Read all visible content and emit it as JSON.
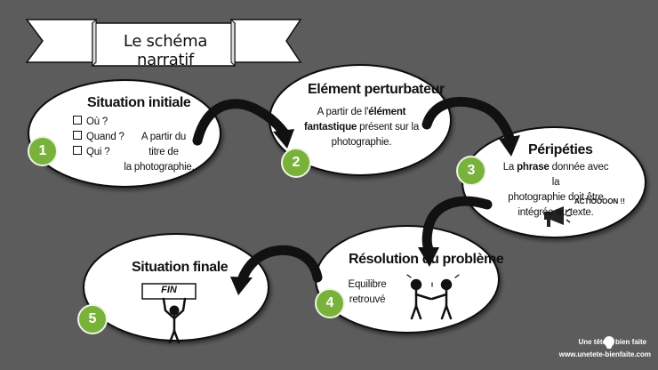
{
  "title": "Le schéma narratif",
  "steps": [
    {
      "number": "1",
      "heading": "Situation initiale",
      "questions": [
        "Où ?",
        "Quand ?",
        "Qui ?"
      ],
      "note": [
        "A partir du",
        "titre de",
        "la photographie."
      ]
    },
    {
      "number": "2",
      "heading": "Elément perturbateur",
      "lines": [
        "A partir de l'",
        "élément",
        "fantastique",
        " présent sur la",
        "photographie."
      ]
    },
    {
      "number": "3",
      "heading": "Péripéties",
      "lines": [
        "La ",
        "phrase",
        " donnée avec la",
        "photographie doit être",
        "intégrée au texte."
      ],
      "action_label": "ACTIOOOON !!"
    },
    {
      "number": "4",
      "heading": "Résolution du problème",
      "lines": [
        "Equilibre",
        "retrouvé"
      ]
    },
    {
      "number": "5",
      "heading": "Situation finale",
      "sign": "FIN"
    }
  ],
  "credit": {
    "line1a": "Une tête",
    "line1b": "bien faite",
    "line2": "www.unetete-bienfaite.com"
  },
  "colors": {
    "background": "#5c5c5c",
    "badge": "#79b23b",
    "ellipse": "#ffffff",
    "arrow": "#111111"
  }
}
